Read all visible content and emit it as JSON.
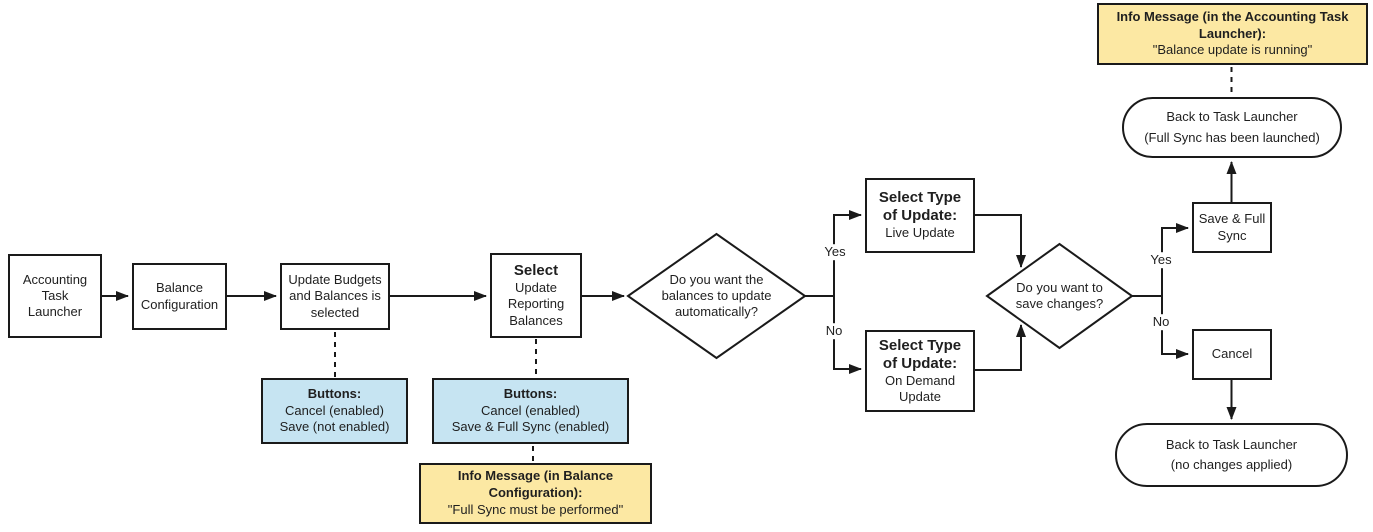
{
  "diagram": {
    "nodes": {
      "accounting_task_launcher": {
        "label": "Accounting Task Launcher"
      },
      "balance_configuration": {
        "label": "Balance Configuration"
      },
      "update_budgets_selected": {
        "label": "Update Budgets and Balances is selected"
      },
      "select_update_reporting": {
        "title": "Select",
        "label": "Update Reporting Balances"
      },
      "decision_auto_update": {
        "label": "Do you want the balances to update automatically?"
      },
      "select_type_live": {
        "title": "Select Type of Update:",
        "label": "Live Update"
      },
      "select_type_on_demand": {
        "title": "Select Type of Update:",
        "label": "On Demand Update"
      },
      "decision_save_changes": {
        "label": "Do you want to save changes?"
      },
      "save_full_sync": {
        "label": "Save & Full Sync"
      },
      "cancel": {
        "label": "Cancel"
      },
      "back_full_sync": {
        "line1": "Back to Task Launcher",
        "line2": "(Full Sync has been launched)"
      },
      "back_no_changes": {
        "line1": "Back to Task Launcher",
        "line2": "(no changes applied)"
      }
    },
    "annotations": {
      "info_balance_running": {
        "title": "Info Message (in the Accounting Task Launcher):",
        "body": "\"Balance update is running\""
      },
      "buttons_budgets": {
        "title": "Buttons:",
        "lines": [
          "Cancel (enabled)",
          "Save (not enabled)"
        ]
      },
      "buttons_reporting": {
        "title": "Buttons:",
        "lines": [
          "Cancel (enabled)",
          "Save & Full Sync (enabled)"
        ]
      },
      "info_full_sync_required": {
        "title": "Info Message (in Balance Configuration):",
        "body": "\"Full Sync must be performed\""
      }
    },
    "edge_labels": {
      "auto_yes": "Yes",
      "auto_no": "No",
      "save_yes": "Yes",
      "save_no": "No"
    },
    "colors": {
      "note_blue": "#C6E4F2",
      "note_yellow": "#FCE8A3",
      "stroke": "#1A1A1A"
    }
  }
}
